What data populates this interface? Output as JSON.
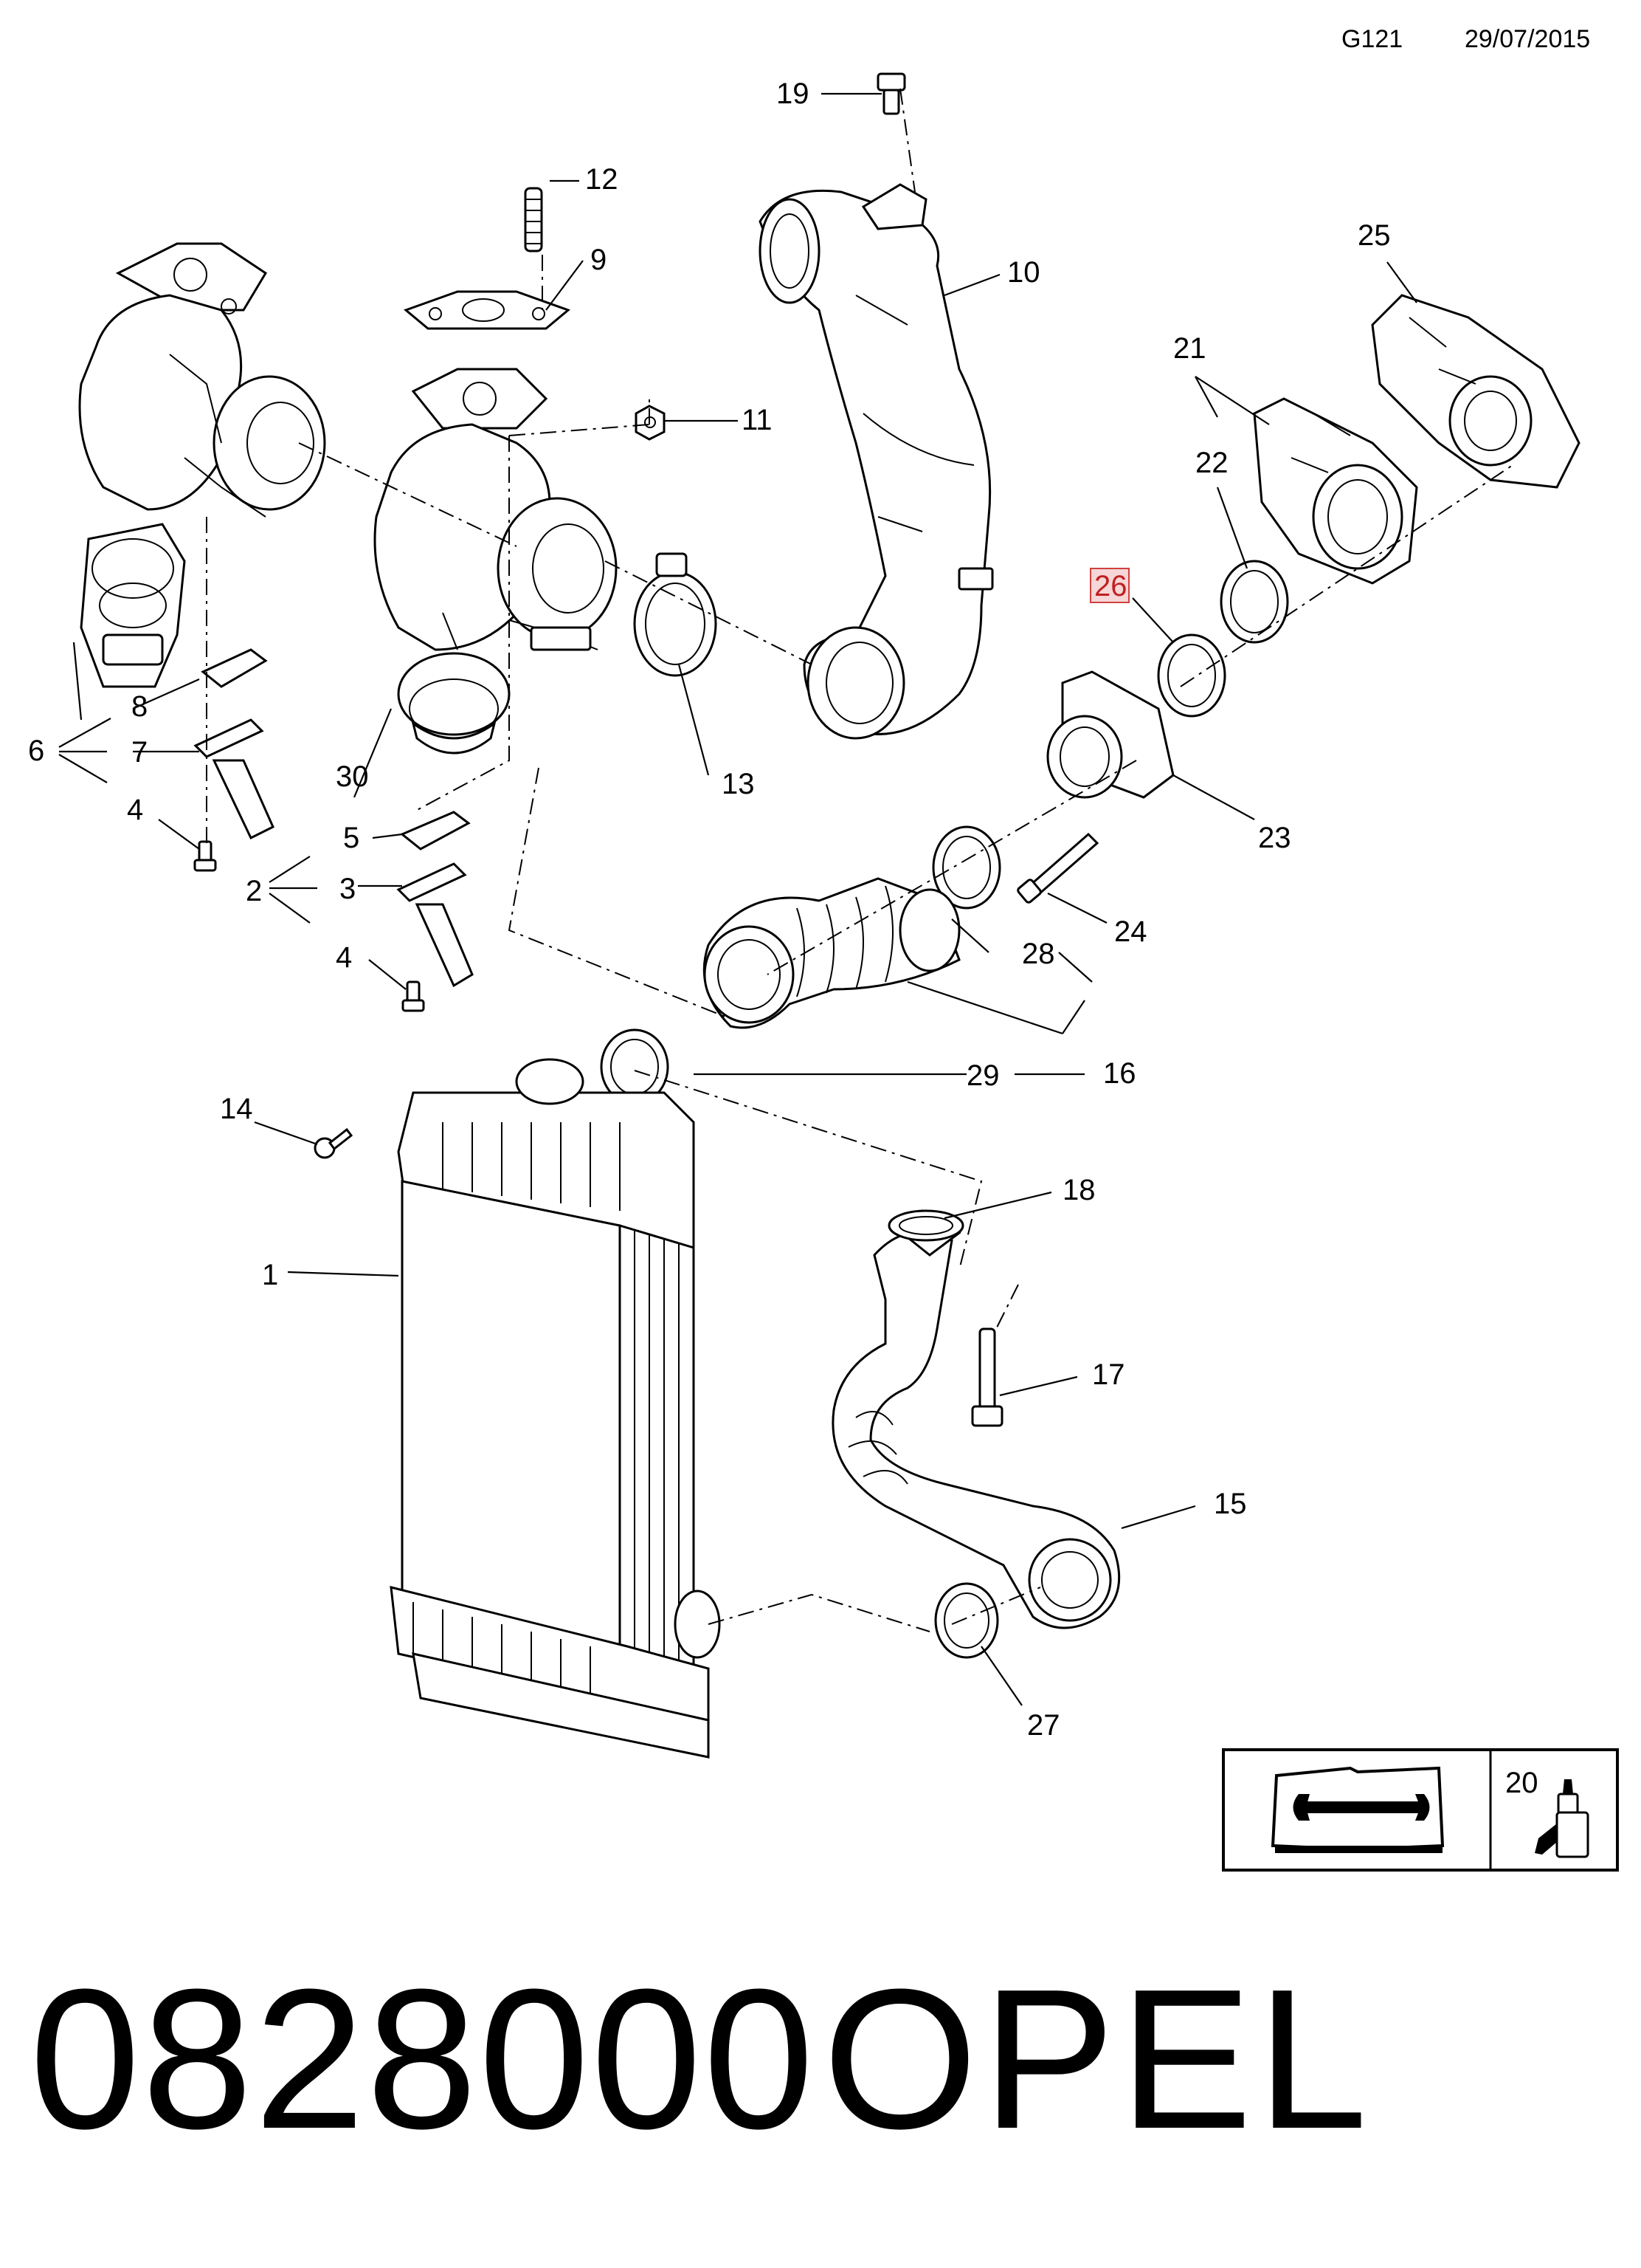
{
  "header": {
    "code": "G121",
    "date": "29/07/2015"
  },
  "footer": {
    "part_number": "0828000",
    "brand": "OPEL"
  },
  "callouts": {
    "c1": "1",
    "c2": "2",
    "c3": "3",
    "c4a": "4",
    "c4b": "4",
    "c5": "5",
    "c6": "6",
    "c7": "7",
    "c8": "8",
    "c9": "9",
    "c10": "10",
    "c11": "11",
    "c12": "12",
    "c13": "13",
    "c14": "14",
    "c15": "15",
    "c16": "16",
    "c17": "17",
    "c18": "18",
    "c19": "19",
    "c20": "20",
    "c21": "21",
    "c22": "22",
    "c23": "23",
    "c24": "24",
    "c25": "25",
    "c26": "26",
    "c27": "27",
    "c28": "28",
    "c29": "29",
    "c30": "30"
  },
  "highlighted_callout": "26",
  "legend_icons": [
    "service-manual-icon",
    "sealant-bottle-icon"
  ]
}
